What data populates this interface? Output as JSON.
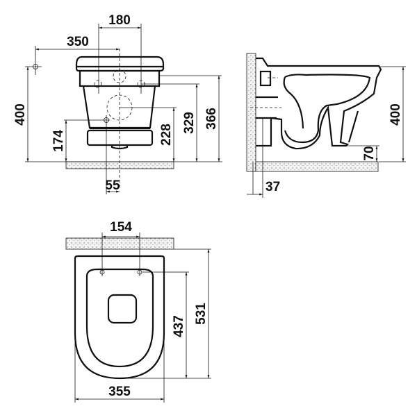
{
  "front_view": {
    "dims": {
      "d180": "180",
      "d350": "350",
      "d400": "400",
      "d174": "174",
      "d228": "228",
      "d329": "329",
      "d366": "366",
      "d55": "55"
    }
  },
  "side_view": {
    "dims": {
      "d400": "400",
      "d70": "70",
      "d37": "37"
    }
  },
  "top_view": {
    "dims": {
      "d154": "154",
      "d437": "437",
      "d531": "531",
      "d355": "355"
    }
  }
}
